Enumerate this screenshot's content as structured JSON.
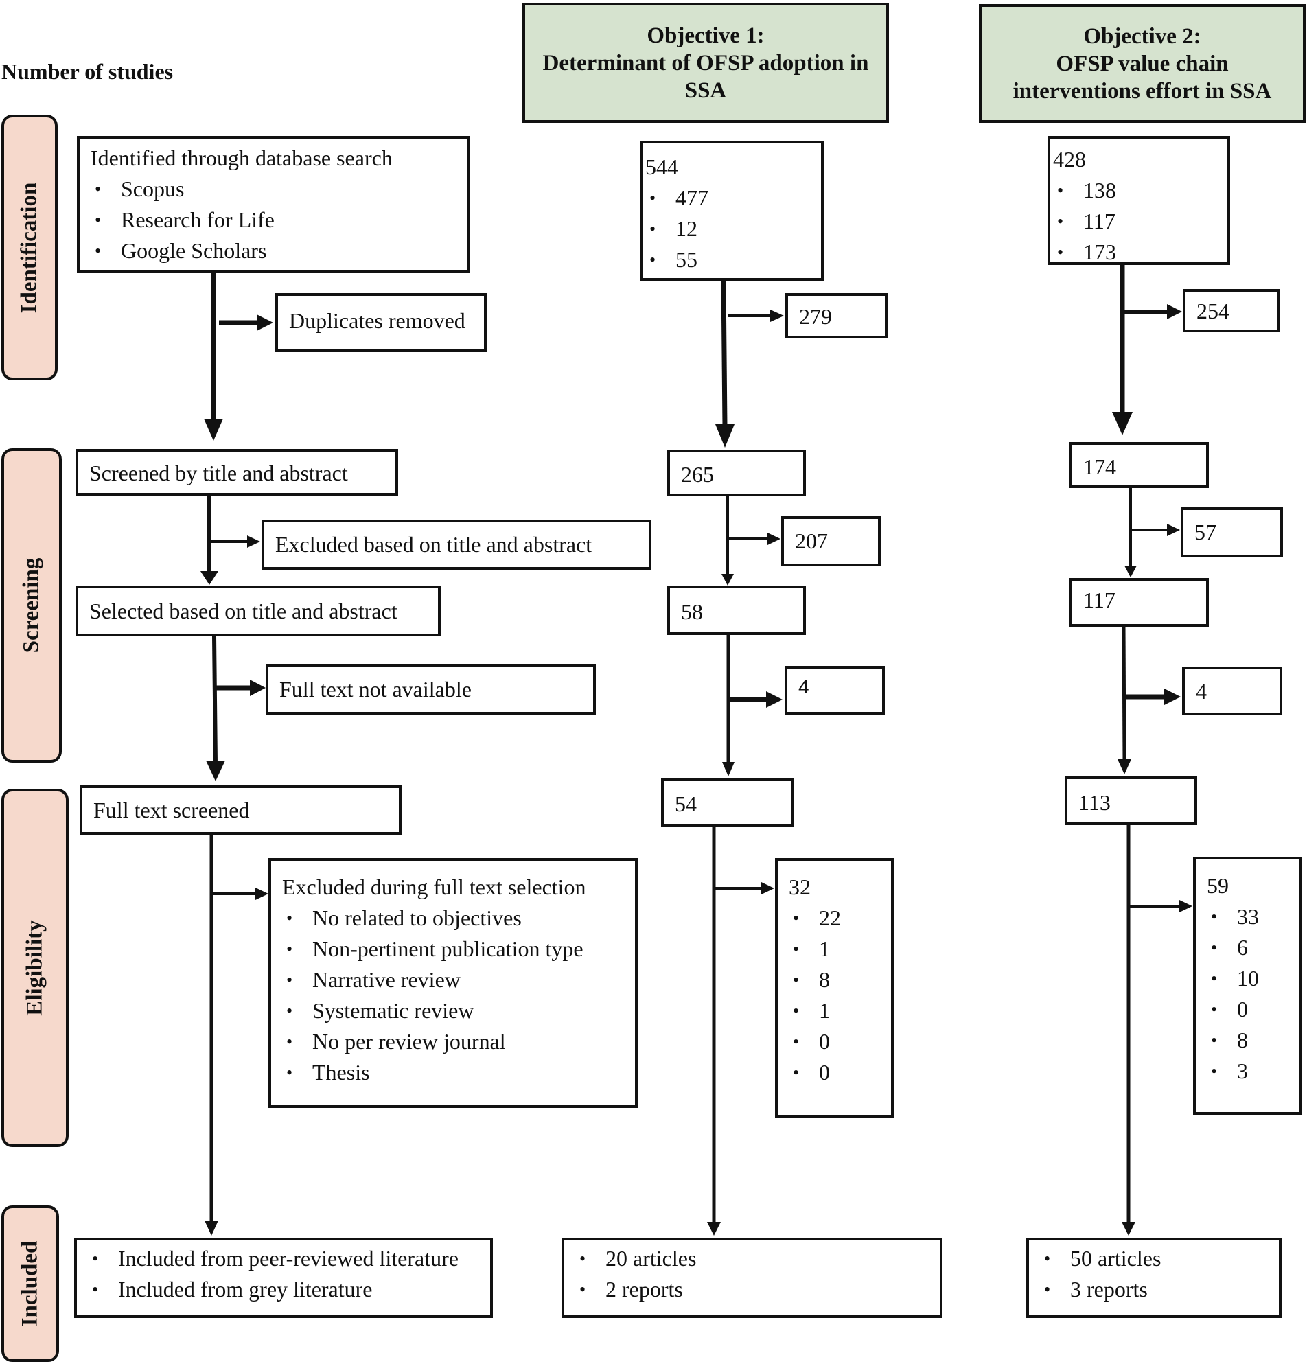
{
  "header": {
    "y_label": "Number of studies"
  },
  "stages": [
    "Identification",
    "Screening",
    "Eligibility",
    "Included"
  ],
  "objectives": [
    {
      "line1": "Objective 1:",
      "line2": "Determinant of OFSP adoption in",
      "line3": "SSA"
    },
    {
      "line1": "Objective 2:",
      "line2": "OFSP value chain",
      "line3": "interventions effort in SSA"
    }
  ],
  "labels": {
    "identified": {
      "title": "Identified through database search",
      "items": [
        "Scopus",
        "Research for Life",
        "Google Scholars"
      ]
    },
    "duplicates": "Duplicates removed",
    "screened": "Screened by title and abstract",
    "excluded_ta": "Excluded based on title and abstract",
    "selected": "Selected based on title and abstract",
    "not_available": "Full text not available",
    "full_screened": "Full text screened",
    "excluded_full": {
      "title": "Excluded during full text selection",
      "items": [
        "No related to objectives",
        "Non-pertinent publication type",
        "Narrative review",
        "Systematic review",
        "No per review journal",
        "Thesis"
      ]
    },
    "included": [
      "Included from peer-reviewed literature",
      "Included from grey literature"
    ]
  },
  "obj1": {
    "identified": {
      "total": "544",
      "items": [
        "477",
        "12",
        "55"
      ]
    },
    "duplicates": "279",
    "screened": "265",
    "excluded_ta": "207",
    "selected": "58",
    "not_available": "4",
    "full_screened": "54",
    "excluded_full": {
      "total": "32",
      "items": [
        "22",
        "1",
        "8",
        "1",
        "0",
        "0"
      ]
    },
    "included": [
      "20 articles",
      "2 reports"
    ]
  },
  "obj2": {
    "identified": {
      "total": "428",
      "items": [
        "138",
        "117",
        "173"
      ]
    },
    "duplicates": "254",
    "screened": "174",
    "excluded_ta": "57",
    "selected": "117",
    "not_available": "4",
    "full_screened": "113",
    "excluded_full": {
      "total": "59",
      "items": [
        "33",
        "6",
        "10",
        "0",
        "8",
        "3"
      ]
    },
    "included": [
      "50 articles",
      "3 reports"
    ]
  }
}
